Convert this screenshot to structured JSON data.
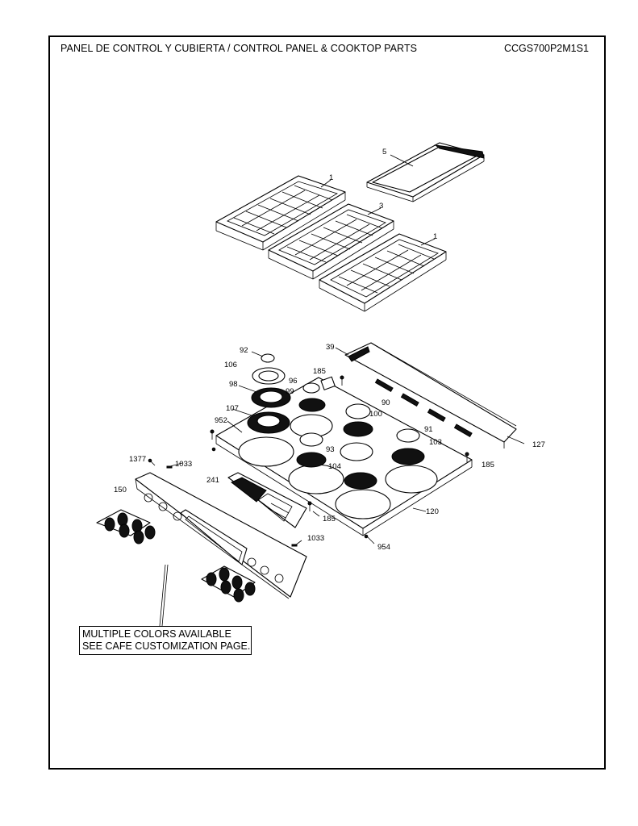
{
  "header": {
    "title": "PANEL DE CONTROL Y CUBIERTA / CONTROL PANEL & COOKTOP PARTS",
    "model": "CCGS700P2M1S1"
  },
  "callouts": {
    "grate_left": "1",
    "grate_center": "3",
    "grate_right": "1",
    "griddle": "5",
    "cap_small": "92",
    "head_ring": "106",
    "burner_ring_98": "98",
    "trim_39": "39",
    "screw_185_top": "185",
    "cap_96": "96",
    "cap_99": "99",
    "cap_90": "90",
    "burner_100": "100",
    "burner_107": "107",
    "part_952": "952",
    "cap_91": "91",
    "part_93": "93",
    "burner_103": "103",
    "trim_127": "127",
    "screw_1377": "1377",
    "clip_1033_top": "1033",
    "burner_104": "104",
    "screw_185_right": "185",
    "panel_150": "150",
    "control_241": "241",
    "screw_185_bottom": "185",
    "cooktop_120": "120",
    "clip_1033_bottom": "1033",
    "screw_954": "954"
  },
  "note": {
    "line1": "MULTIPLE COLORS AVAILABLE",
    "line2": "SEE CAFE CUSTOMIZATION PAGE."
  }
}
